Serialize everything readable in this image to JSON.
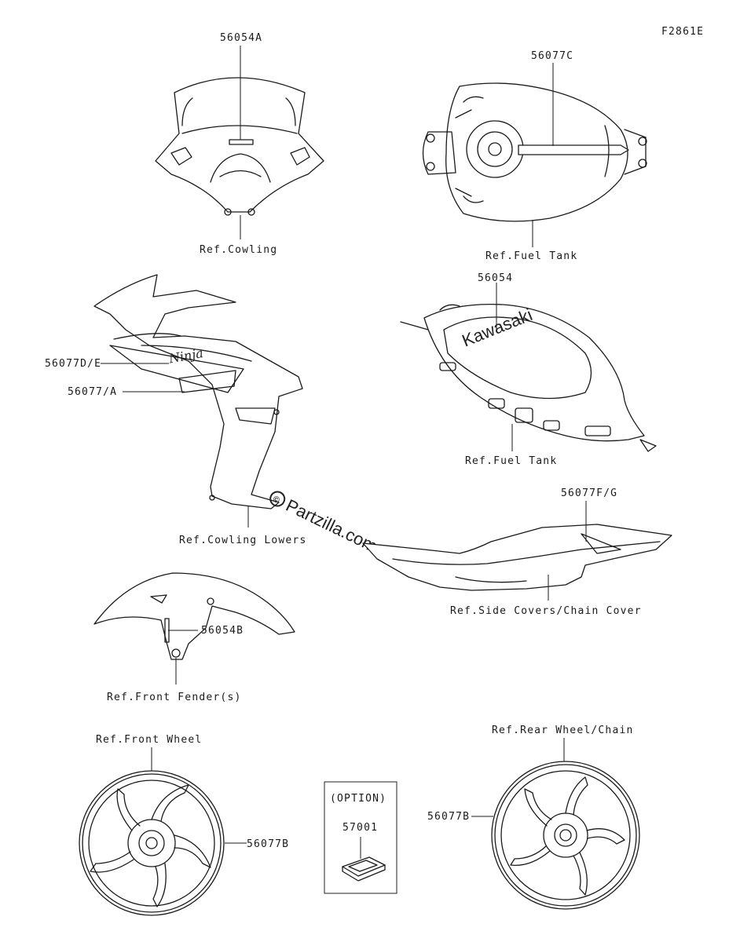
{
  "figure_code": "F2861E",
  "watermark": "Partzilla.com",
  "watermark_symbol": "©",
  "labels": {
    "p56054A": "56054A",
    "ref_cowling": "Ref.Cowling",
    "p56077C": "56077C",
    "ref_fuel_tank_top": "Ref.Fuel Tank",
    "p56054": "56054",
    "ref_fuel_tank_side": "Ref.Fuel Tank",
    "p56077DE": "56077D/E",
    "p56077A": "56077/A",
    "ref_cowling_lowers": "Ref.Cowling Lowers",
    "p56077FG": "56077F/G",
    "ref_side_covers": "Ref.Side Covers/Chain Cover",
    "p56054B": "56054B",
    "ref_front_fender": "Ref.Front Fender(s)",
    "ref_front_wheel": "Ref.Front Wheel",
    "p56077B_front": "56077B",
    "option": "(OPTION)",
    "p57001": "57001",
    "ref_rear_wheel": "Ref.Rear Wheel/Chain",
    "p56077B_rear": "56077B"
  },
  "decal_text": {
    "kawasaki": "Kawasaki",
    "ninja": "Ninja"
  }
}
